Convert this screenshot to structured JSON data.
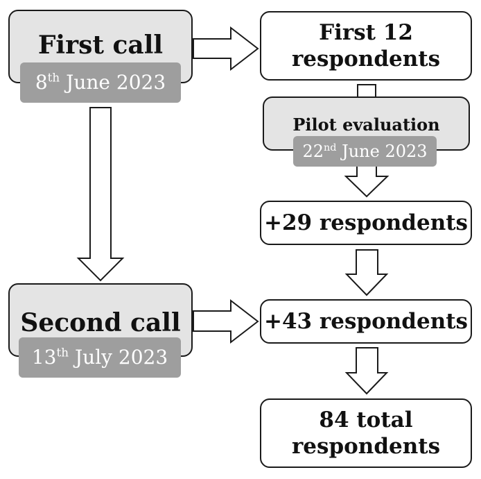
{
  "first_call": {
    "title": "First call",
    "date_day": "8",
    "date_suffix": "th",
    "date_rest": " June 2023"
  },
  "second_call": {
    "title": "Second call",
    "date_day": "13",
    "date_suffix": "th",
    "date_rest": " July 2023"
  },
  "pilot": {
    "title": "Pilot evaluation",
    "date_day": "22",
    "date_suffix": "nd",
    "date_rest": " June 2023"
  },
  "boxes": {
    "first_respondents_line1": "First 12",
    "first_respondents_line2": "respondents",
    "plus29": "+29 respondents",
    "plus43": "+43 respondents",
    "total_line1": "84 total",
    "total_line2": "respondents"
  }
}
